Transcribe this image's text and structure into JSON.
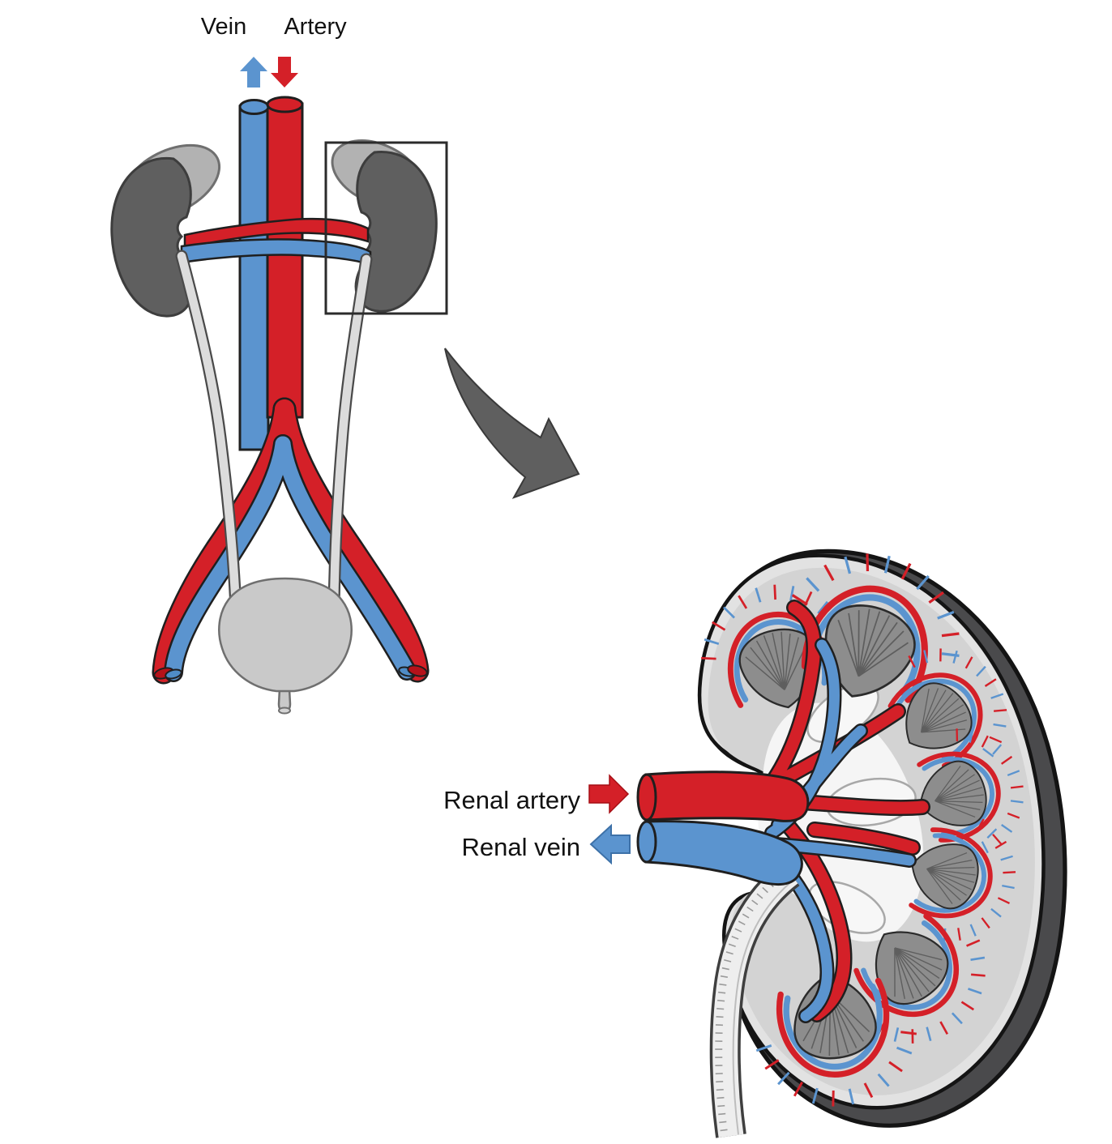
{
  "diagram": {
    "overview": {
      "vein_label": "Vein",
      "artery_label": "Artery"
    },
    "cross_section": {
      "renal_artery_label": "Renal artery",
      "renal_vein_label": "Renal vein"
    }
  },
  "icons": {
    "vein_flow_arrow": "up",
    "artery_flow_arrow": "down",
    "renal_artery_arrow": "right",
    "renal_vein_arrow": "left",
    "zoom_arrow": "curved-down-right",
    "inset_box": "rectangle-outline"
  },
  "colors": {
    "artery_red": "#d42028",
    "vein_blue": "#5b94cf",
    "outline_dark": "#1f1f1f",
    "kidney_dark_gray": "#5f5f5f",
    "adrenal_gray": "#b2b2b2",
    "ureter_gray": "#dcdcdc",
    "bladder_gray": "#c9c9c9",
    "capsule_gray": "#e2e2e2",
    "cortex_gray": "#d3d3d3",
    "pyramid_gray": "#8d8d8d",
    "kidney_backing_gray": "#4a4a4c",
    "zoom_arrow_gray": "#5f5f5f"
  }
}
